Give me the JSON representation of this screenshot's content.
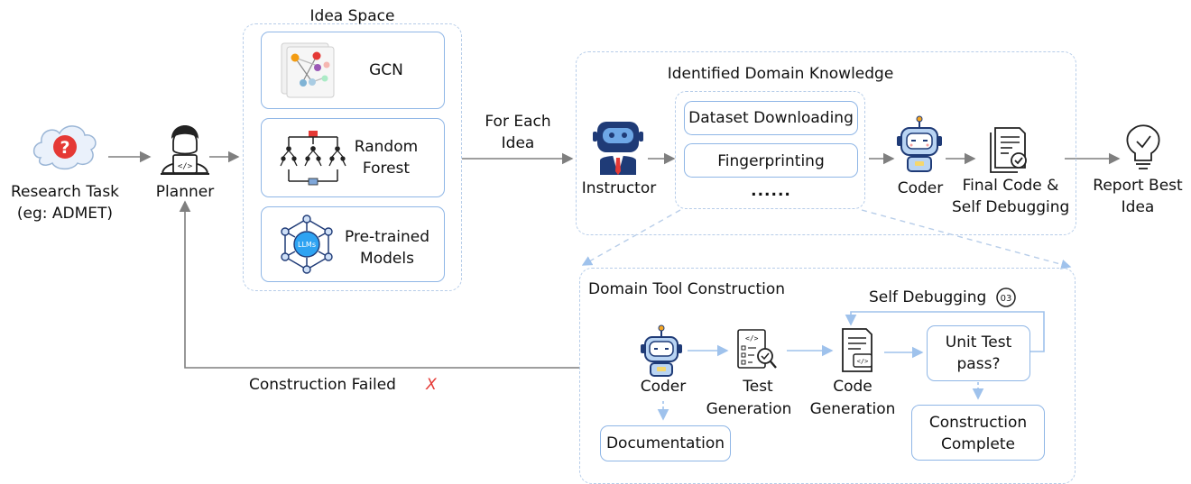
{
  "research": {
    "line1": "Research Task",
    "line2": "(eg: ADMET)"
  },
  "planner": {
    "label": "Planner"
  },
  "idea_space": {
    "title": "Idea Space",
    "gcn": "GCN",
    "rf_line1": "Random",
    "rf_line2": "Forest",
    "ptm_line1": "Pre-trained",
    "ptm_line2": "Models",
    "llm_badge": "LLMs"
  },
  "for_each": {
    "line1": "For Each",
    "line2": "Idea"
  },
  "knowledge": {
    "title": "Identified Domain Knowledge",
    "item1": "Dataset Downloading",
    "item2": "Fingerprinting",
    "more": "......"
  },
  "instructor": {
    "label": "Instructor"
  },
  "coder": {
    "label": "Coder"
  },
  "final": {
    "line1": "Final Code &",
    "line2": "Self Debugging"
  },
  "report": {
    "line1": "Report Best",
    "line2": "Idea"
  },
  "tool": {
    "title": "Domain Tool Construction",
    "self_debug": "Self Debugging",
    "self_debug_badge": "03",
    "coder": "Coder",
    "test_line1": "Test",
    "test_line2": "Generation",
    "code_line1": "Code",
    "code_line2": "Generation",
    "unit_line1": "Unit Test",
    "unit_line2": "pass?",
    "complete_line1": "Construction",
    "complete_line2": "Complete",
    "doc": "Documentation"
  },
  "failed": {
    "label": "Construction Failed",
    "mark": "X"
  },
  "colors": {
    "box_border": "#8fb6e6",
    "dashed": "#b7cde9",
    "arrow": "#7f7f7f",
    "light_arrow": "#9fc2ec",
    "red": "#e53935"
  }
}
